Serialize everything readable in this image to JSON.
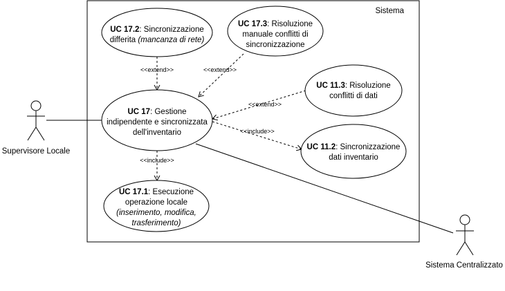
{
  "system": {
    "label": "Sistema"
  },
  "actors": {
    "supervisor": {
      "label": "Supervisore Locale"
    },
    "central": {
      "label": "Sistema Centralizzato"
    }
  },
  "use_cases": {
    "uc17": {
      "id": "UC 17",
      "text_line1": ": Gestione",
      "line2": "indipendente e sincronizzata",
      "line3": "dell'inventario"
    },
    "uc172": {
      "id": "UC 17.2",
      "text_line1": ": Sincronizzazione",
      "line2_plain": "differita ",
      "line2_italic": "(mancanza di rete)"
    },
    "uc173": {
      "id": "UC 17.3",
      "text_line1": ": Risoluzione",
      "line2": "manuale conflitti di",
      "line3": "sincronizzazione"
    },
    "uc113": {
      "id": "UC 11.3",
      "text_line1": ": Risoluzione",
      "line2": "conflitti di dati"
    },
    "uc112": {
      "id": "UC 11.2",
      "text_line1": ": Sincronizzazione",
      "line2": "dati inventario"
    },
    "uc171": {
      "id": "UC 17.1",
      "text_line1": ": Esecuzione",
      "line2": "operazione locale",
      "line3": "(inserimento, modifica,",
      "line4": "trasferimento)"
    }
  },
  "relations": {
    "extend_172": "<<extend>>",
    "extend_173": "<<extend>>",
    "extend_113": "<<extend>>",
    "include_112": "<<include>>",
    "include_171": "<<include>>"
  }
}
